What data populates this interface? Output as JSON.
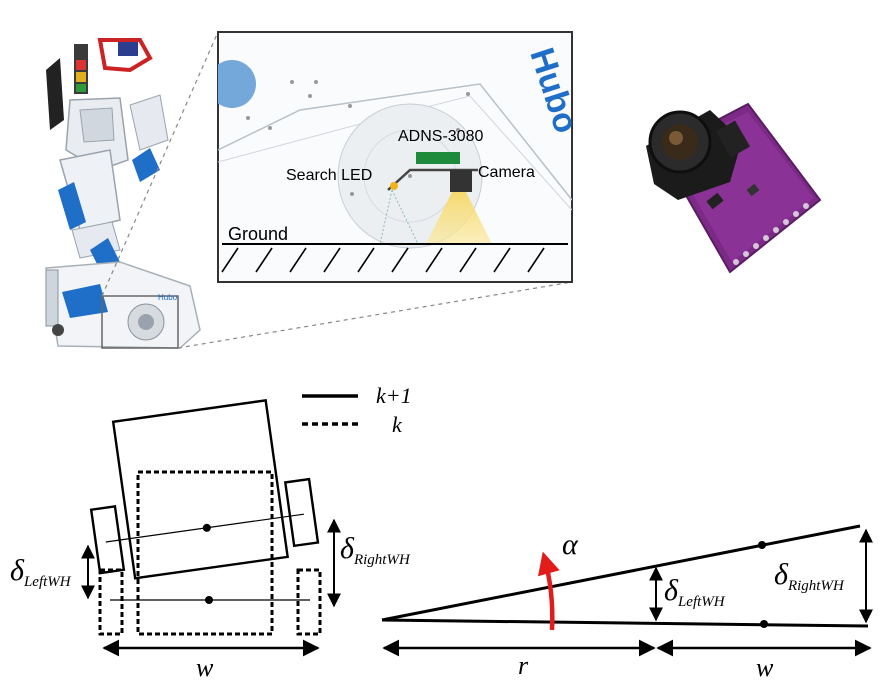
{
  "inset": {
    "sensor_label": "ADNS-3080",
    "led_label": "Search LED",
    "camera_label": "Camera",
    "ground_label": "Ground",
    "brand_text": "Hubo"
  },
  "legend": {
    "solid_label": "k+1",
    "dashed_label": "k"
  },
  "diagram_left": {
    "delta_left": "δ",
    "delta_left_sub": "LeftWH",
    "delta_right": "δ",
    "delta_right_sub": "RightWH",
    "width_label": "w"
  },
  "diagram_right": {
    "alpha_label": "α",
    "delta_left": "δ",
    "delta_left_sub": "LeftWH",
    "delta_right": "δ",
    "delta_right_sub": "RightWH",
    "r_label": "r",
    "w_label": "w"
  },
  "colors": {
    "green_sensor": "#1e8a3c",
    "robot_blue": "#1f6fc9",
    "led_yellow": "#f4d24a",
    "board_purple": "#7b2a86",
    "arrow_red": "#e21b1b"
  }
}
